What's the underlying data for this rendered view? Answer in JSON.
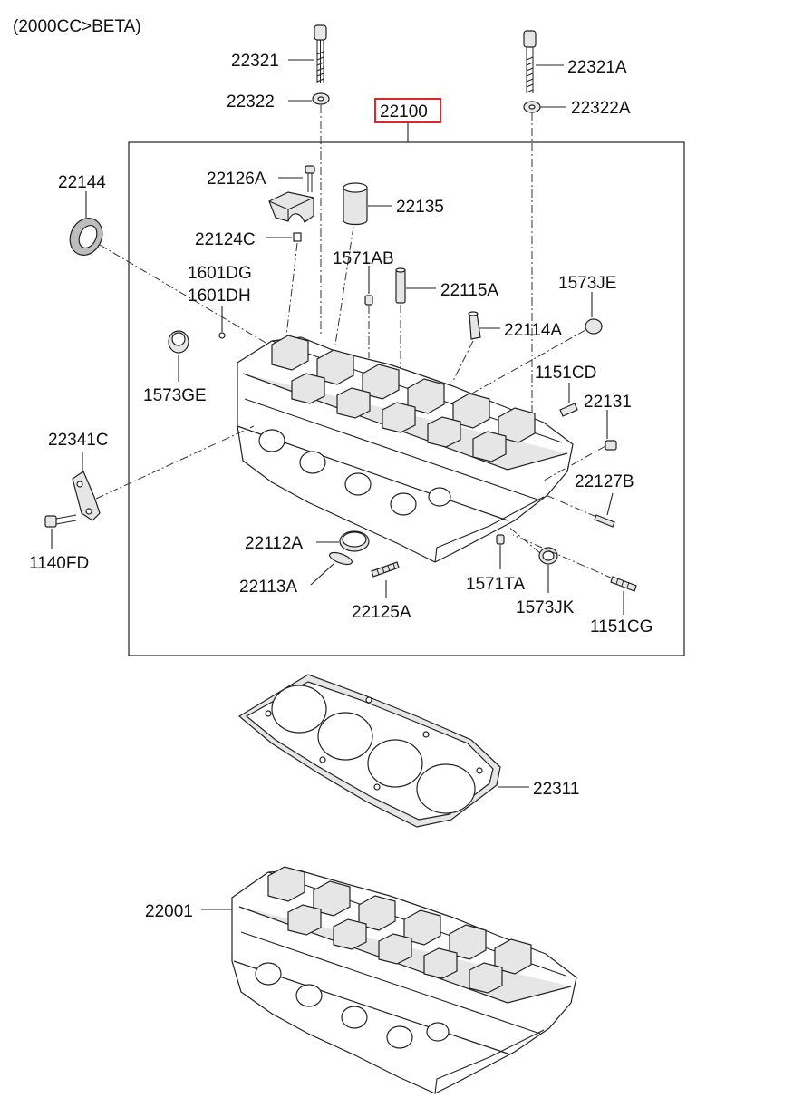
{
  "header": {
    "variant": "(2000CC>BETA)"
  },
  "highlight_color": "#e0262b",
  "callouts": {
    "c22321": "22321",
    "c22322": "22322",
    "c22321A": "22321A",
    "c22322A": "22322A",
    "c22100": "22100",
    "c22144": "22144",
    "c22126A": "22126A",
    "c22135": "22135",
    "c22124C": "22124C",
    "c1571AB": "1571AB",
    "c1601DG": "1601DG",
    "c1601DH": "1601DH",
    "c22115A": "22115A",
    "c1573JE": "1573JE",
    "c22114A": "22114A",
    "c1573GE": "1573GE",
    "c1151CD": "1151CD",
    "c22131": "22131",
    "c22341C": "22341C",
    "c22127B": "22127B",
    "c1140FD": "1140FD",
    "c22112A": "22112A",
    "c22113A": "22113A",
    "c1571TA": "1571TA",
    "c1573JK": "1573JK",
    "c22125A": "22125A",
    "c1151CG": "1151CG",
    "c22311": "22311",
    "c22001": "22001"
  }
}
